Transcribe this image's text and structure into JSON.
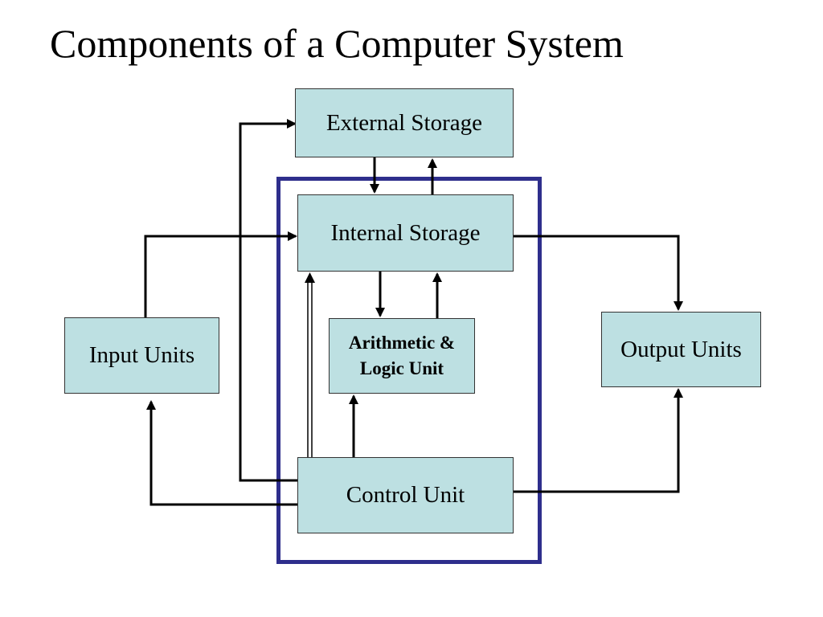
{
  "slide": {
    "title": "Components of a Computer System"
  },
  "nodes": {
    "external_storage": "External Storage",
    "internal_storage": "Internal Storage",
    "alu_line1": "Arithmetic &",
    "alu_line2": "Logic Unit",
    "input_units": "Input Units",
    "output_units": "Output Units",
    "control_unit": "Control Unit"
  },
  "colors": {
    "box_fill": "#bde0e2",
    "cpu_frame": "#2e2e8c",
    "connector": "#000000"
  }
}
